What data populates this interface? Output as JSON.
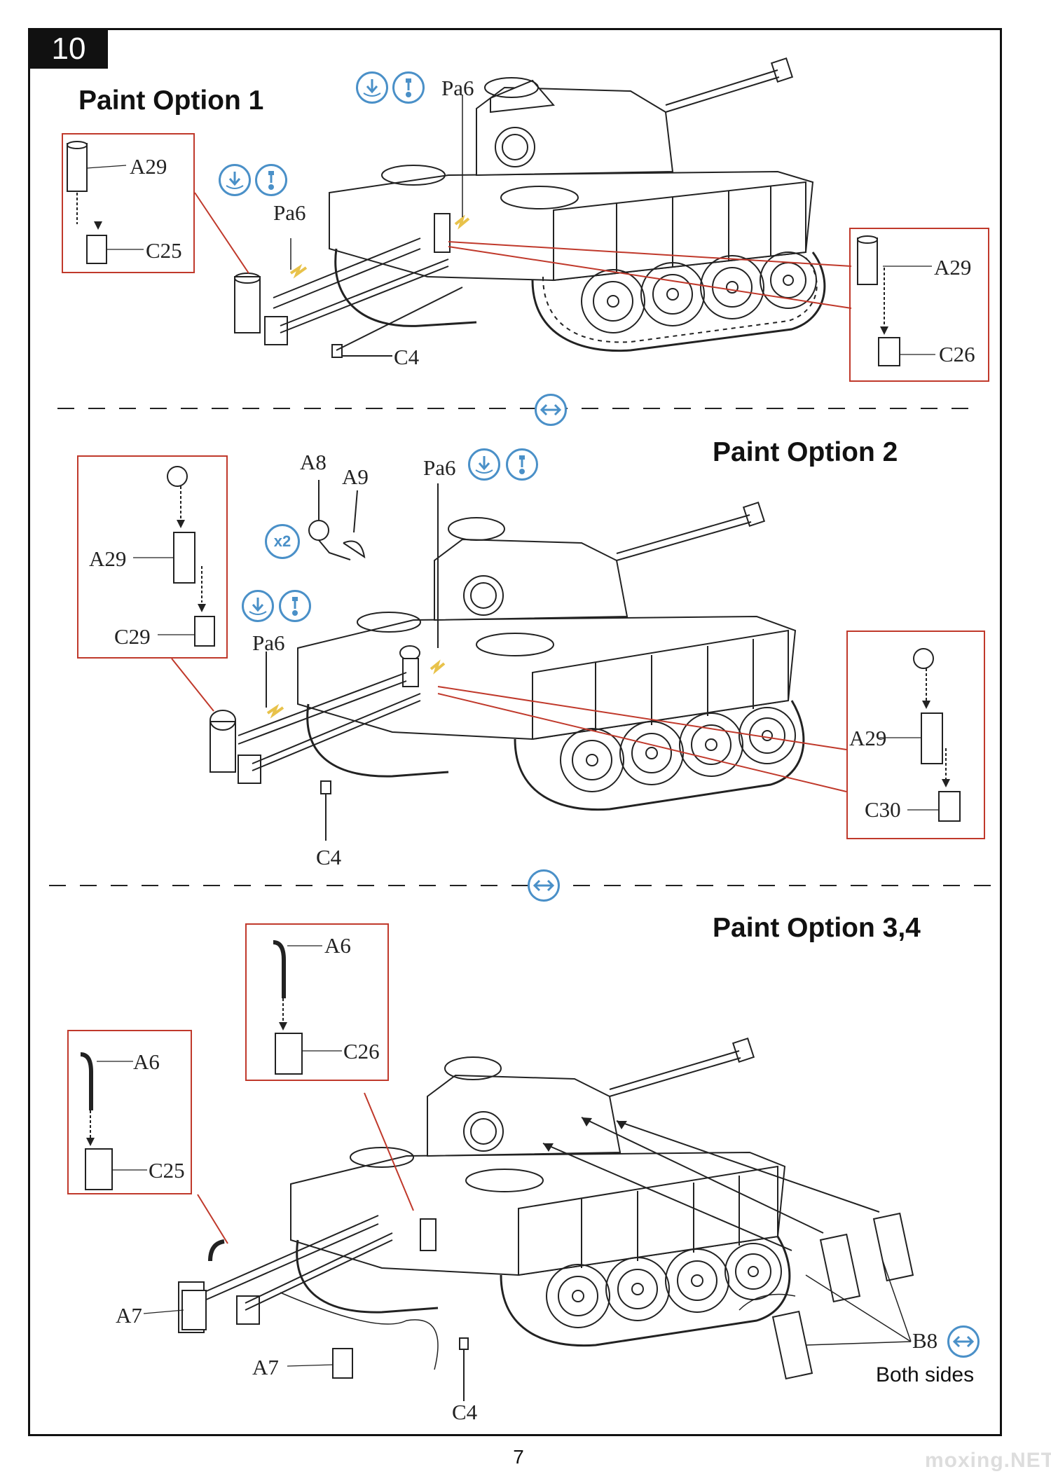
{
  "step": {
    "number": "10"
  },
  "page": {
    "number": "7",
    "watermark": "moxing.NET"
  },
  "options": [
    {
      "title": "Paint Option 1",
      "labels": {
        "a29_left": "A29",
        "c25": "C25",
        "pa6_left": "Pa6",
        "pa6_top": "Pa6",
        "c4": "C4",
        "a29_right": "A29",
        "c26": "C26"
      }
    },
    {
      "title": "Paint Option 2",
      "labels": {
        "a8": "A8",
        "a9": "A9",
        "pa6_top": "Pa6",
        "a29_left": "A29",
        "c29": "C29",
        "pa6_left": "Pa6",
        "a29_right": "A29",
        "c30": "C30",
        "c4": "C4"
      },
      "multiplier": "x2"
    },
    {
      "title": "Paint Option 3,4",
      "labels": {
        "a6_center": "A6",
        "c26": "C26",
        "a6_left": "A6",
        "c25": "C25",
        "a7_left": "A7",
        "a7_bottom": "A7",
        "c4": "C4",
        "b8": "B8"
      },
      "note": "Both sides"
    }
  ],
  "icons": {
    "glue": "glue-drop-icon",
    "paint": "paint-drop-icon",
    "both_sides": "both-sides-arrow-icon"
  },
  "colors": {
    "callout": "#c0392b",
    "icon": "#4a90c8",
    "ink": "#111111",
    "tape": "#e8c24a"
  }
}
